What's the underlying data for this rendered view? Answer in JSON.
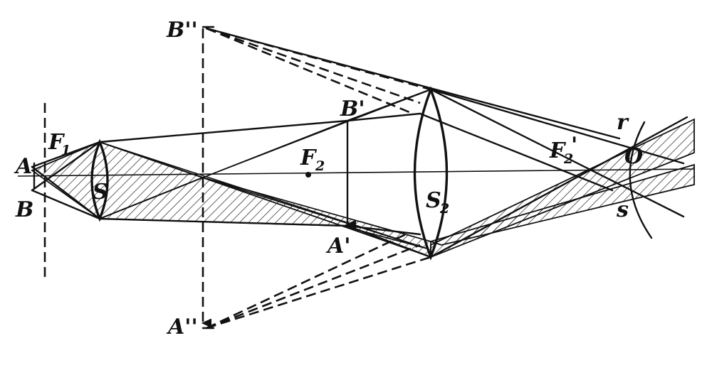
{
  "labels": {
    "A": "A",
    "B": "B",
    "F": "F",
    "F_sub": "1",
    "S": "S",
    "F2": "F",
    "F2_sub": "2",
    "B_prime": "B'",
    "A_prime": "A'",
    "S2": "S",
    "S2_sub": "2",
    "F2_prime": "F",
    "F2_prime_sub": "2",
    "F2_prime_mark": "'",
    "B_double": "B''",
    "A_double": "A''",
    "r": "r",
    "O": "O",
    "s": "s"
  },
  "colors": {
    "ink": "#111111",
    "paper": "#ffffff"
  }
}
